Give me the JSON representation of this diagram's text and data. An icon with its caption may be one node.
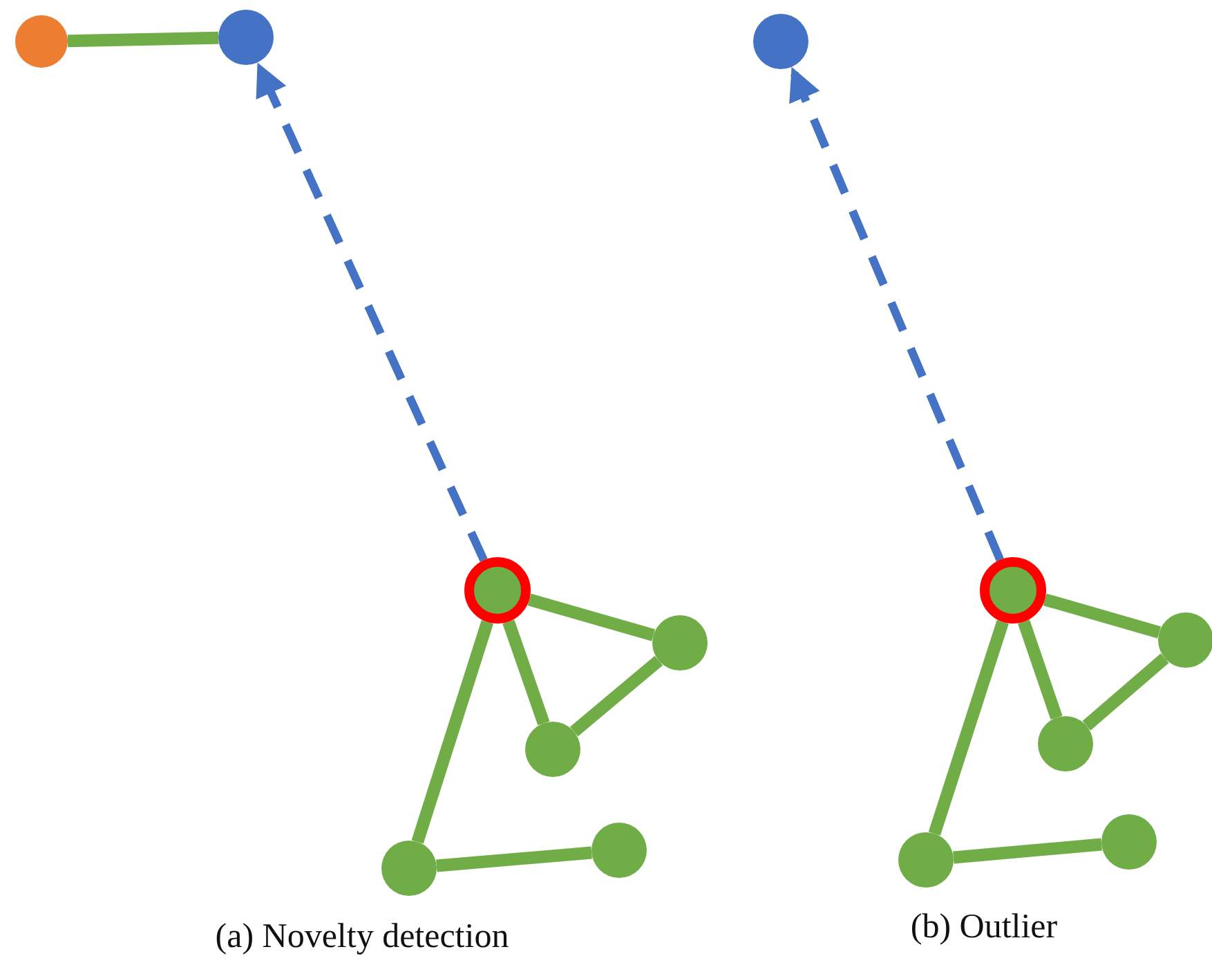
{
  "diagram": {
    "nodes": [
      {
        "text": [],
        "shape": "circle"
      },
      {
        "text": [],
        "shape": "circle"
      },
      {
        "text": [],
        "shape": "circle"
      },
      {
        "text": [],
        "shape": "circle"
      },
      {
        "text": [],
        "shape": "circle"
      },
      {
        "text": [],
        "shape": "circle"
      },
      {
        "text": [],
        "shape": "circle"
      },
      {
        "text": [],
        "shape": "circle"
      },
      {
        "text": [],
        "shape": "circle"
      },
      {
        "text": [],
        "shape": "circle"
      },
      {
        "text": [],
        "shape": "circle"
      },
      {
        "text": [],
        "shape": "circle"
      },
      {
        "text": [],
        "shape": "circle"
      }
    ],
    "edges": [
      {
        "from": 0,
        "to": 1,
        "arrow": "none"
      },
      {
        "from": 2,
        "to": 1,
        "arrow": "to",
        "style": "dashed",
        "color": "#4472c4"
      },
      {
        "from": 2,
        "to": 3,
        "arrow": "none"
      },
      {
        "from": 2,
        "to": 4,
        "arrow": "none"
      },
      {
        "from": 4,
        "to": 3,
        "arrow": "none"
      },
      {
        "from": 2,
        "to": 5,
        "arrow": "none"
      },
      {
        "from": 5,
        "to": 6,
        "arrow": "none"
      },
      {
        "from": 8,
        "to": 7,
        "arrow": "to",
        "style": "dashed",
        "color": "#4472c4"
      },
      {
        "from": 8,
        "to": 9,
        "arrow": "none"
      },
      {
        "from": 8,
        "to": 10,
        "arrow": "none"
      },
      {
        "from": 10,
        "to": 9,
        "arrow": "none"
      },
      {
        "from": 8,
        "to": 11,
        "arrow": "none"
      },
      {
        "from": 11,
        "to": 12,
        "arrow": "none"
      }
    ],
    "labels": [
      "(a) Novelty detection",
      "(b) Outlier"
    ]
  }
}
